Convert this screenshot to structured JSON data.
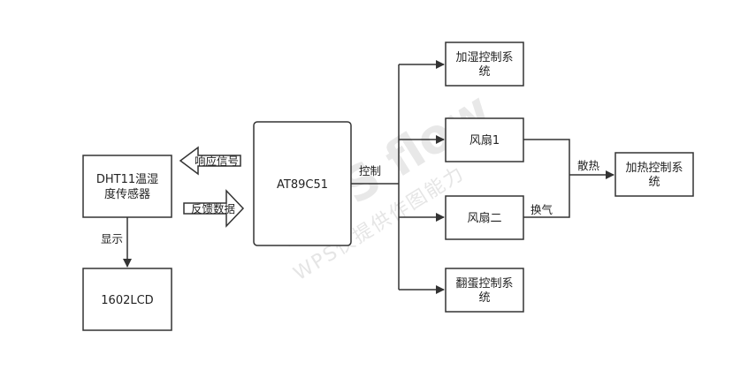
{
  "nodes": {
    "dht11": {
      "line1": "DHT11温湿",
      "line2": "度传感器"
    },
    "lcd": {
      "label": "1602LCD"
    },
    "mcu": {
      "label": "AT89C51"
    },
    "humidify": {
      "line1": "加湿控制系",
      "line2": "统"
    },
    "fan1": {
      "label": "风扇1"
    },
    "fan2": {
      "label": "风扇二"
    },
    "turn": {
      "line1": "翻蛋控制系",
      "line2": "统"
    },
    "heat": {
      "line1": "加热控制系",
      "line2": "统"
    }
  },
  "edges": {
    "response": "响应信号",
    "feedback": "反馈数据",
    "display": "显示",
    "control": "控制",
    "heat_dissipation": "散热",
    "ventilation": "换气"
  },
  "watermark": {
    "main": "WPS flow",
    "sub": "WPS仅提供作图能力"
  },
  "colors": {
    "stroke": "#333333",
    "text": "#222222",
    "watermark": "#9a9a9a"
  }
}
